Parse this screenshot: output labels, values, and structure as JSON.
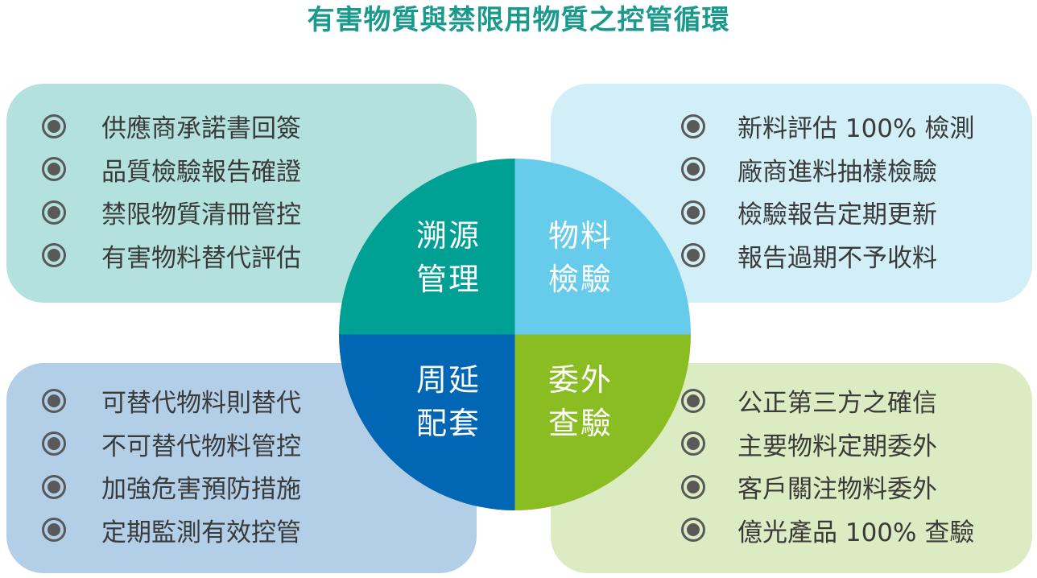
{
  "title": "有害物質與禁限用物質之控管循環",
  "colors": {
    "title": "#1a9a8c",
    "panel_tl": "#b3e2de",
    "panel_tr": "#d2eff8",
    "panel_bl": "#b3cfe8",
    "panel_br": "#dcecc2",
    "quad_tl": "#01a094",
    "quad_tr": "#67cbec",
    "quad_bl": "#0166b3",
    "quad_br": "#8abd21"
  },
  "quadrants": {
    "tl": {
      "line1": "溯源",
      "line2": "管理"
    },
    "tr": {
      "line1": "物料",
      "line2": "檢驗"
    },
    "bl": {
      "line1": "周延",
      "line2": "配套"
    },
    "br": {
      "line1": "委外",
      "line2": "查驗"
    }
  },
  "lists": {
    "tl": [
      "供應商承諾書回簽",
      "品質檢驗報告確證",
      "禁限物質清冊管控",
      "有害物料替代評估"
    ],
    "tr": [
      "新料評估 100% 檢測",
      "廠商進料抽樣檢驗",
      "檢驗報告定期更新",
      "報告過期不予收料"
    ],
    "bl": [
      "可替代物料則替代",
      "不可替代物料管控",
      "加強危害預防措施",
      "定期監測有效控管"
    ],
    "br": [
      "公正第三方之確信",
      "主要物料定期委外",
      "客戶關注物料委外",
      "億光產品 100% 查驗"
    ]
  },
  "bullet_icon": "radio-bullet-icon"
}
